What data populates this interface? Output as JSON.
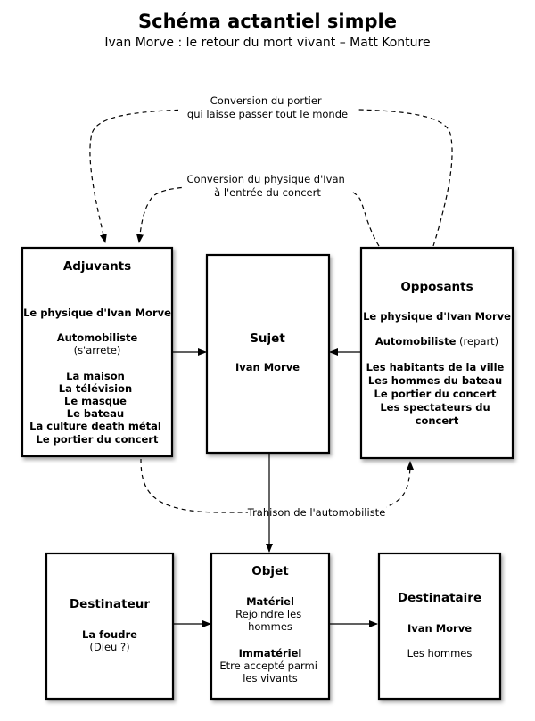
{
  "title": "Schéma actantiel simple",
  "subtitle": "Ivan Morve : le retour du mort vivant – Matt Konture",
  "adjuvants": {
    "heading": "Adjuvants",
    "line1": "Le physique d'Ivan Morve",
    "line2": "Automobiliste",
    "line3": "(s'arrete)",
    "items": [
      "La maison",
      "La télévision",
      "Le masque",
      "Le bateau",
      "La culture death métal",
      "Le portier du concert"
    ]
  },
  "sujet": {
    "heading": "Sujet",
    "value": "Ivan Morve"
  },
  "opposants": {
    "heading": "Opposants",
    "line1": "Le physique d'Ivan Morve",
    "line2_bold": "Automobiliste",
    "line2_normal": " (repart)",
    "items": [
      "Les habitants de la ville",
      "Les hommes du bateau",
      "Le portier du concert",
      "Les spectateurs du",
      "concert"
    ]
  },
  "destinateur": {
    "heading": "Destinateur",
    "value": "La foudre",
    "note": "(Dieu ?)"
  },
  "objet": {
    "heading": "Objet",
    "materiel_heading": "Matériel",
    "materiel_lines": [
      "Rejoindre les",
      "hommes"
    ],
    "immateriel_heading": "Immatériel",
    "immateriel_lines": [
      "Etre accepté parmi",
      "les vivants"
    ]
  },
  "destinataire": {
    "heading": "Destinataire",
    "value": "Ivan Morve",
    "note": "Les hommes"
  },
  "labels": {
    "portier": [
      "Conversion du portier",
      "qui laisse passer tout le monde"
    ],
    "physique": [
      "Conversion du physique d'Ivan",
      "à l'entrée du concert"
    ],
    "trahison": "Trahison de l'automobiliste"
  }
}
